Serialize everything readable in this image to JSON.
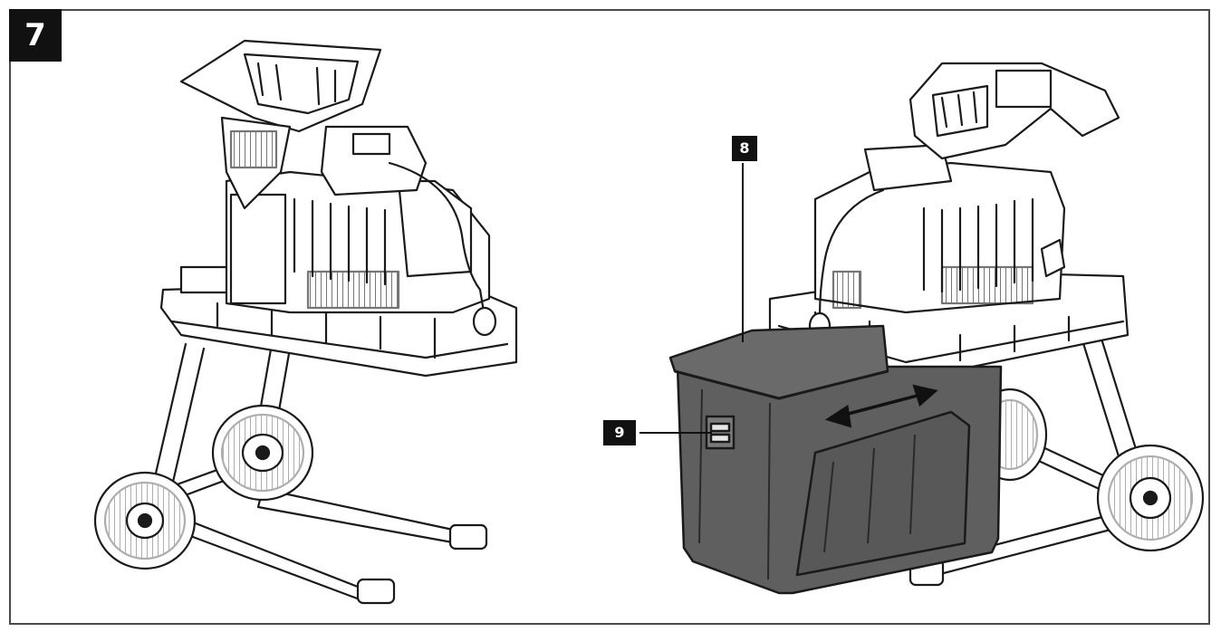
{
  "figure": {
    "number": "7"
  },
  "callouts": [
    {
      "label": "8",
      "target": "container-lid"
    },
    {
      "label": "9",
      "target": "lid-latch"
    }
  ],
  "colors": {
    "line": "#1a1a1a",
    "container_fill": "#5f5f5f",
    "lid_fill": "#6a6a6a",
    "badge": "#111111"
  },
  "icons": {
    "slide_direction": "double-headed-arrow-icon"
  }
}
